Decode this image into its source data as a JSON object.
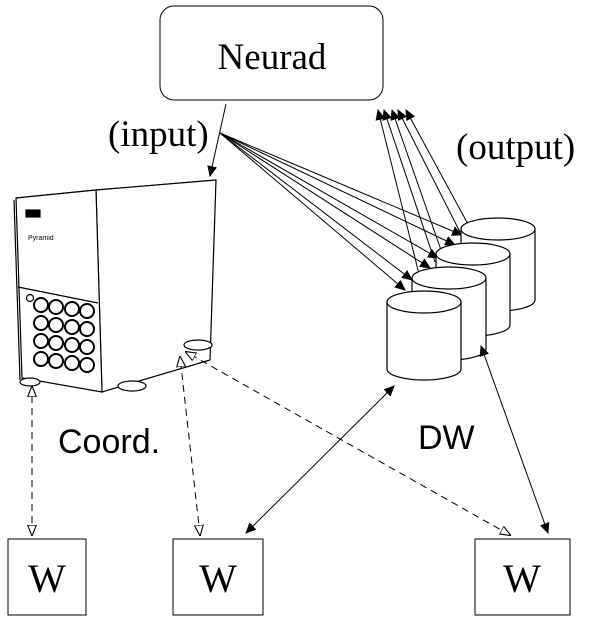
{
  "nodes": {
    "neurad": "Neurad",
    "worker_1": "W",
    "worker_2": "W",
    "worker_3": "W"
  },
  "labels": {
    "input": "(input)",
    "output": "(output)",
    "coord": "Coord.",
    "dw": "DW"
  },
  "server": {
    "brand": "Pyramid"
  },
  "icons": {
    "server": "server-tower-icon",
    "storage": "database-cylinder-icon"
  }
}
